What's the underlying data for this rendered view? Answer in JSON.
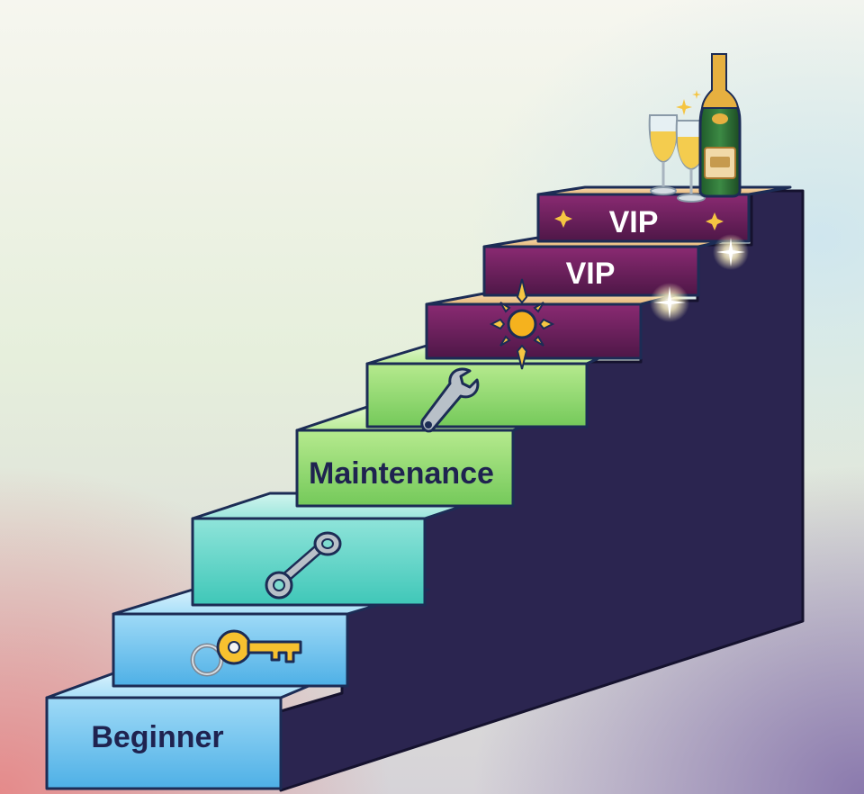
{
  "steps": [
    {
      "label": "Beginner",
      "icon": "key-icon",
      "color": "#58b8ea"
    },
    {
      "label": "",
      "icon": "bottle-opener-icon",
      "color": "#4ccfc2"
    },
    {
      "label": "Maintenance",
      "icon": "wrench-icon",
      "color": "#7fcf62"
    },
    {
      "label": "",
      "icon": "sparkle-sun-icon",
      "color": "#6a1e5a"
    },
    {
      "label": "VIP",
      "icon": "",
      "color": "#6a1e5a"
    },
    {
      "label": "VIP",
      "icon": "champagne-icon",
      "color": "#6a1e5a"
    }
  ],
  "colors": {
    "staircase_body": "#2b2550",
    "gold_trim": "#f5a623",
    "label_dark": "#1f2350",
    "label_light": "#ffffff"
  }
}
